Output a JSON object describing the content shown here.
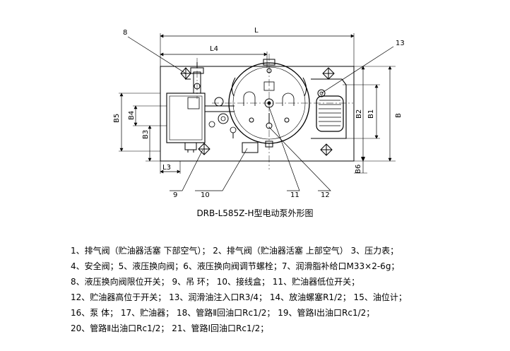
{
  "dimensions": {
    "L": "L",
    "L4": "L4",
    "L3": "L3",
    "B": "B",
    "B1": "B1",
    "B2": "B2",
    "B3": "B3",
    "B4": "B4",
    "B5": "B5",
    "B6": "B6"
  },
  "callouts": {
    "c8": "8",
    "c13": "13",
    "c9": "9",
    "c10": "10",
    "c11": "11",
    "c12": "12"
  },
  "caption": "DRB-L585Z-H型电动泵外形图",
  "legend": [
    "1、排气阀（贮油器活塞 下部空气）； 2、排气阀（贮油器活塞 上部空气） 3、压力表；",
    "4、安全阀；5、液压换向阀；6、液压换向阀调节螺栓；7、润滑脂补给口M33×2-6g；",
    "8、液压换向阀限位开关；      9、吊 环；      10、接线盒；      11、贮油器低位开关；",
    "12、贮油器高位于开关；   13、润滑油注入口R3/4；   14、放油螺塞R1/2；   15、油位计；",
    "16、泵  体；     17、贮油器；      18、管路Ⅱ回油口Rc1/2；     19、管路Ⅰ出油口Rc1/2；",
    "20、管路Ⅱ出油口Rc1/2；     21、管路Ⅰ回油口Rc1/2；"
  ]
}
